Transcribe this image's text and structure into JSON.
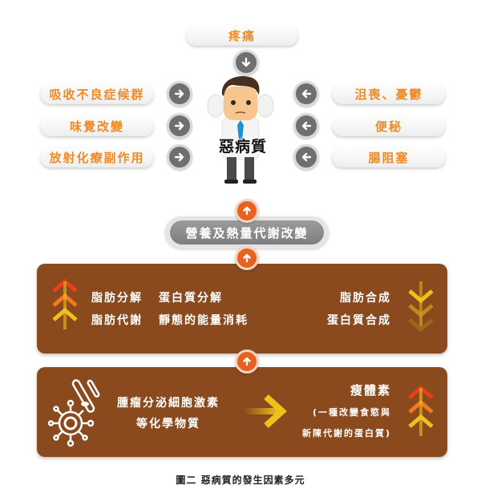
{
  "title_node": {
    "label": "疼痛"
  },
  "center": {
    "label": "惡病質"
  },
  "left_factors": [
    {
      "label": "吸收不良症候群"
    },
    {
      "label": "味覺改變"
    },
    {
      "label": "放射化療副作用"
    }
  ],
  "right_factors": [
    {
      "label": "沮喪、憂鬱"
    },
    {
      "label": "便秘"
    },
    {
      "label": "腸阻塞"
    }
  ],
  "metabolism_bar": {
    "label": "營養及熱量代謝改變"
  },
  "panel_metabolism": {
    "increase": [
      {
        "label_a": "脂肪分解",
        "label_b": "蛋白質分解"
      },
      {
        "label_a": "脂肪代謝",
        "label_b": "靜態的能量消耗"
      }
    ],
    "decrease": [
      {
        "label": "脂肪合成"
      },
      {
        "label": "蛋白質合成"
      }
    ]
  },
  "panel_tumor": {
    "source_lines": [
      "腫瘤分泌細胞激素",
      "等化學物質"
    ],
    "result_title": "瘦體素",
    "result_lines": [
      "(一種改變食慾與",
      "新陳代謝的蛋白質)"
    ]
  },
  "caption": "圖二  惡病質的發生因素多元",
  "colors": {
    "orange_text": "#f08a24",
    "brown_panel": "#8a4a1d",
    "orange_button": "#e8621f",
    "gray_button": "#6f6f6f",
    "arrow_red": "#e8401c",
    "arrow_orange": "#f07a22",
    "arrow_yellow": "#f2c01a"
  }
}
